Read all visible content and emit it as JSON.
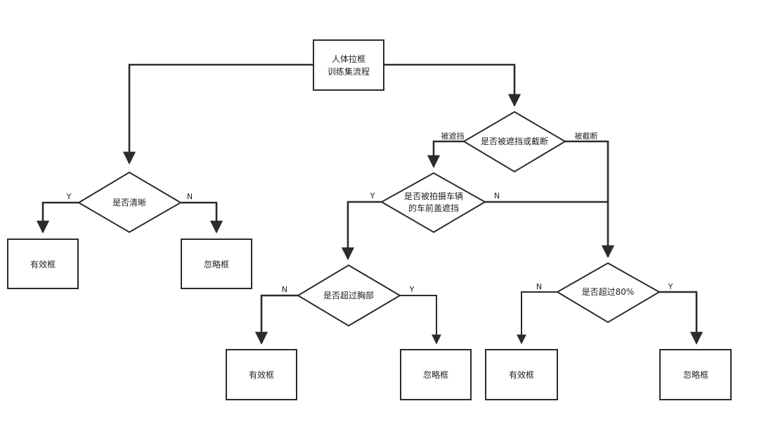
{
  "nodes": {
    "start": {
      "lines": [
        "人体拉框",
        "训练集流程"
      ]
    },
    "q_clear": {
      "lines": [
        "是否清晰"
      ]
    },
    "left_valid": {
      "lines": [
        "有效框"
      ]
    },
    "left_ignore": {
      "lines": [
        "忽略框"
      ]
    },
    "q_occluded": {
      "lines": [
        "是否被遮挡或截断"
      ]
    },
    "q_vehicle": {
      "lines": [
        "是否被拍摄车辆",
        "的车前盖遮挡"
      ]
    },
    "q_chest": {
      "lines": [
        "是否超过胸部"
      ]
    },
    "q_80": {
      "lines": [
        "是否超过80%"
      ]
    },
    "chest_valid": {
      "lines": [
        "有效框"
      ]
    },
    "chest_ignore": {
      "lines": [
        "忽略框"
      ]
    },
    "pct_valid": {
      "lines": [
        "有效框"
      ]
    },
    "pct_ignore": {
      "lines": [
        "忽略框"
      ]
    }
  },
  "edge_labels": {
    "clear_yes": "Y",
    "clear_no": "N",
    "occluded": "被遮挡",
    "truncated": "被截断",
    "vehicle_yes": "Y",
    "vehicle_no": "N",
    "chest_no": "N",
    "chest_yes": "Y",
    "pct_no": "N",
    "pct_yes": "Y"
  }
}
